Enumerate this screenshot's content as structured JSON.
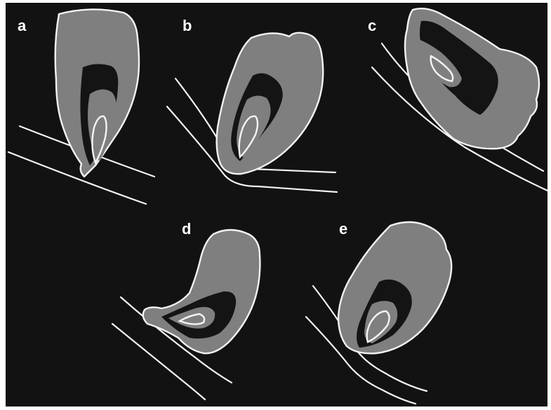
{
  "figure": {
    "panels": [
      {
        "id": "a",
        "label": "a"
      },
      {
        "id": "b",
        "label": "b"
      },
      {
        "id": "c",
        "label": "c"
      },
      {
        "id": "d",
        "label": "d"
      },
      {
        "id": "e",
        "label": "e"
      }
    ],
    "colors": {
      "background": "#121212",
      "tooth_fill": "#7f7f7f",
      "outline": "#f2f2f2",
      "pulp": "#141414",
      "label": "#ffffff"
    }
  }
}
